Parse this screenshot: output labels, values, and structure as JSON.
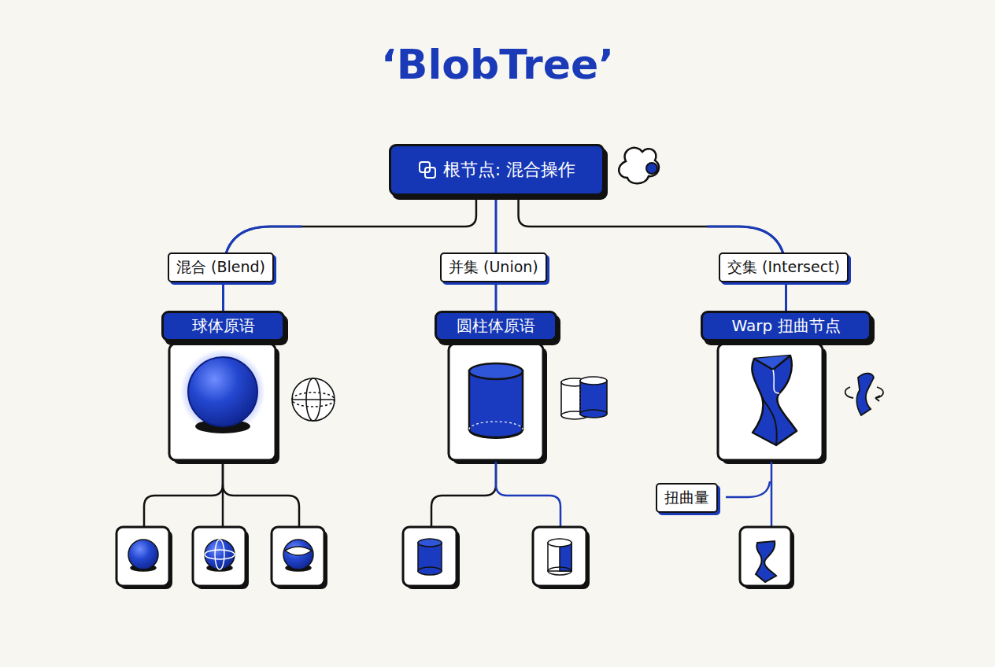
{
  "diagram": {
    "title": "‘BlobTree’",
    "nodes": [
      {
        "text": [
          "根节点: 混合操作"
        ]
      },
      {
        "text": [
          "球体原语"
        ]
      },
      {
        "text": [
          "圆柱体原语"
        ]
      },
      {
        "text": [
          "Warp 扭曲节点"
        ]
      }
    ],
    "edges": [
      {
        "from": 0,
        "to": 1,
        "label": "混合 (Blend)",
        "arrow": "none"
      },
      {
        "from": 0,
        "to": 2,
        "label": "并集 (Union)",
        "arrow": "none"
      },
      {
        "from": 0,
        "to": 3,
        "label": "交集 (Intersect)",
        "arrow": "none"
      }
    ],
    "labels": [
      "扭曲量"
    ]
  }
}
